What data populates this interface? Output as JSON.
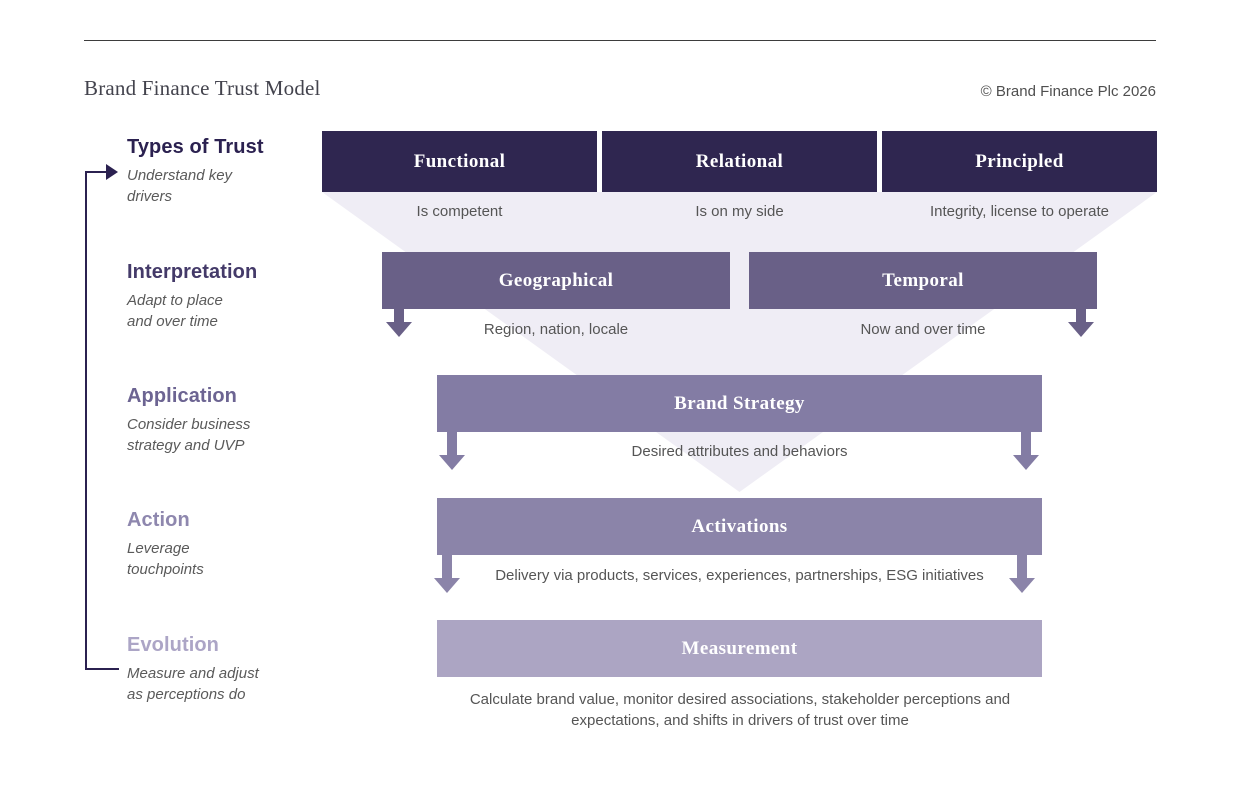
{
  "header": {
    "title": "Brand Finance Trust Model",
    "copyright": "© Brand Finance Plc 2026"
  },
  "palette": {
    "row1": "#2f2650",
    "row2": "#696087",
    "row3": "#837ca4",
    "row4": "#8b84a9",
    "row5": "#aca5c3",
    "funnel": "#efedf5",
    "loop_arrow": "#2b2150"
  },
  "stages": [
    {
      "label": "Types of Trust",
      "description": "Understand key\ndrivers",
      "color": "#2b2150"
    },
    {
      "label": "Interpretation",
      "description": "Adapt to place\nand over time",
      "color": "#443a69"
    },
    {
      "label": "Application",
      "description": "Consider business\nstrategy and UVP",
      "color": "#6c6492"
    },
    {
      "label": "Action",
      "description": "Leverage\ntouchpoints",
      "color": "#8e87ae"
    },
    {
      "label": "Evolution",
      "description": "Measure and adjust\nas perceptions do",
      "color": "#aca5c6"
    }
  ],
  "funnel": {
    "types": [
      {
        "label": "Functional",
        "caption": "Is competent"
      },
      {
        "label": "Relational",
        "caption": "Is on my side"
      },
      {
        "label": "Principled",
        "caption": "Integrity, license to operate"
      }
    ],
    "interpretation": [
      {
        "label": "Geographical",
        "caption": "Region, nation, locale"
      },
      {
        "label": "Temporal",
        "caption": "Now and over time"
      }
    ],
    "application": {
      "label": "Brand Strategy",
      "caption": "Desired attributes and behaviors"
    },
    "action": {
      "label": "Activations",
      "caption": "Delivery via products, services, experiences, partnerships, ESG initiatives"
    },
    "evolution": {
      "label": "Measurement",
      "caption": "Calculate brand value, monitor desired associations, stakeholder perceptions and expectations, and shifts in drivers of trust over time"
    }
  }
}
